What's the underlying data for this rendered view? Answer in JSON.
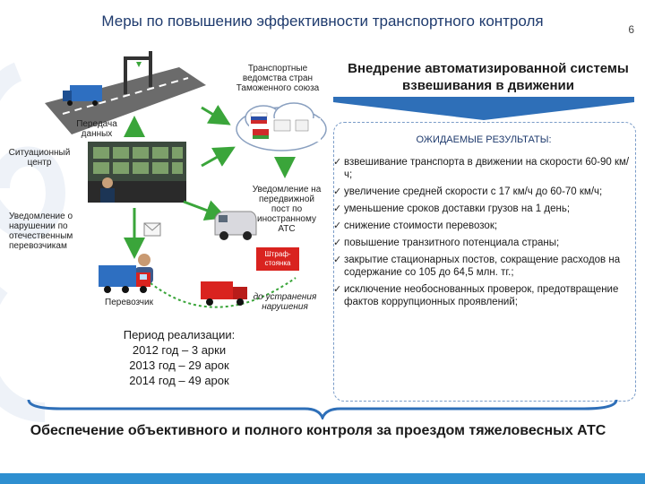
{
  "title": "Меры по повышению эффективности транспортного контроля",
  "page_number": "6",
  "heading_right": "Внедрение автоматизированной системы взвешивания в движении",
  "labels": {
    "customs": "Транспортные ведомства стран Таможенного союза",
    "data_transfer": "Передача данных",
    "situation_center": "Ситуационный центр",
    "notify_domestic": "Уведомление о нарушении по отечественным перевозчикам",
    "notify_foreign": "Уведомление на передвижной пост по иностранному АТС",
    "fine_station": "Штраф-стоянка",
    "carrier": "Перевозчик",
    "until_fix": "до устранения нарушения"
  },
  "results": {
    "title": "ОЖИДАЕМЫЕ РЕЗУЛЬТАТЫ:",
    "items": [
      "взвешивание транспорта в движении на скорости 60-90 км/ч;",
      "увеличение средней скорости с 17 км/ч до 60-70 км/ч;",
      "уменьшение сроков доставки грузов на 1 день;",
      "снижение стоимости перевозок;",
      "повышение транзитного потенциала страны;",
      "закрытие стационарных постов, сокращение расходов на содержание со 105 до 64,5 млн. тг.;",
      "исключение необоснованных проверок, предотвращение фактов коррупционных проявлений;"
    ]
  },
  "period": {
    "title": "Период реализации:",
    "lines": [
      "2012 год – 3 арки",
      "2013 год – 29 арок",
      "2014 год – 49 арок"
    ]
  },
  "footer": "Обеспечение объективного и полного контроля за проездом тяжеловесных АТС",
  "colors": {
    "title": "#1f3b6e",
    "accent_blue": "#2e8fd0",
    "arrow_green": "#3aa53a",
    "truck_red": "#d9231f",
    "fine_red": "#d9231f"
  }
}
